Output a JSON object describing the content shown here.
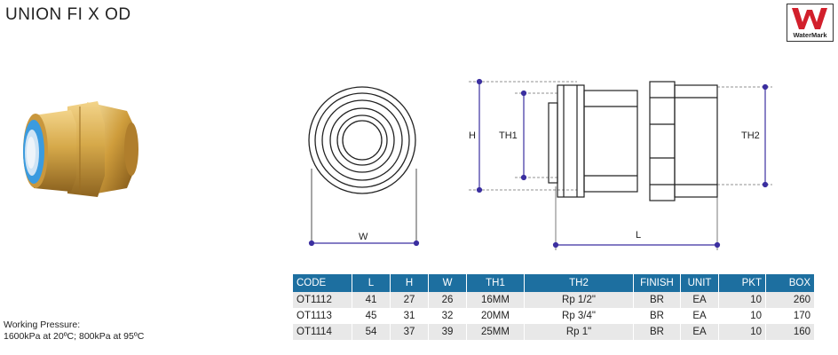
{
  "title": "UNION FI X OD",
  "watermark": {
    "label": "WaterMark",
    "logo_letter": "W",
    "color": "#d21f2b"
  },
  "drawing_labels": {
    "h": "H",
    "th1": "TH1",
    "th2": "TH2",
    "w": "W",
    "l": "L"
  },
  "working_pressure": {
    "line1": "Working Pressure:",
    "line2": "1600kPa at 20ºC; 800kPa at 95ºC"
  },
  "table": {
    "headers": [
      "CODE",
      "L",
      "H",
      "W",
      "TH1",
      "TH2",
      "FINISH",
      "UNIT",
      "PKT",
      "BOX"
    ],
    "rows": [
      [
        "OT1112",
        "41",
        "27",
        "26",
        "16MM",
        "Rp 1/2\"",
        "BR",
        "EA",
        "10",
        "260"
      ],
      [
        "OT1113",
        "45",
        "31",
        "32",
        "20MM",
        "Rp 3/4\"",
        "BR",
        "EA",
        "10",
        "170"
      ],
      [
        "OT1114",
        "54",
        "37",
        "39",
        "25MM",
        "Rp 1\"",
        "BR",
        "EA",
        "10",
        "160"
      ]
    ]
  },
  "colors": {
    "header": "#1d6fa0",
    "dimension_line": "#3b2fa0",
    "brass": "#d6a94a",
    "seal": "#3a9be0"
  }
}
